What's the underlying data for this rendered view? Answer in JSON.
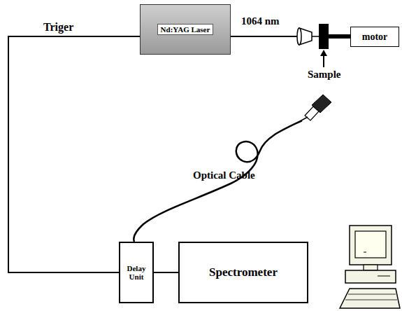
{
  "diagram": {
    "nodes": [
      {
        "text": [
          "Nd:YAG Laser"
        ]
      },
      {
        "text": [
          "motor"
        ]
      },
      {
        "text": [
          "Delay Unit"
        ]
      },
      {
        "text": [
          "Spectrometer"
        ]
      }
    ],
    "edges": [
      {
        "from": 0,
        "to": 2,
        "arrow": "none",
        "label": "Triger"
      },
      {
        "from": 2,
        "to": 3,
        "arrow": "none"
      }
    ],
    "labels": [
      "1064 nm",
      "Sample",
      "Optical Cable"
    ]
  }
}
